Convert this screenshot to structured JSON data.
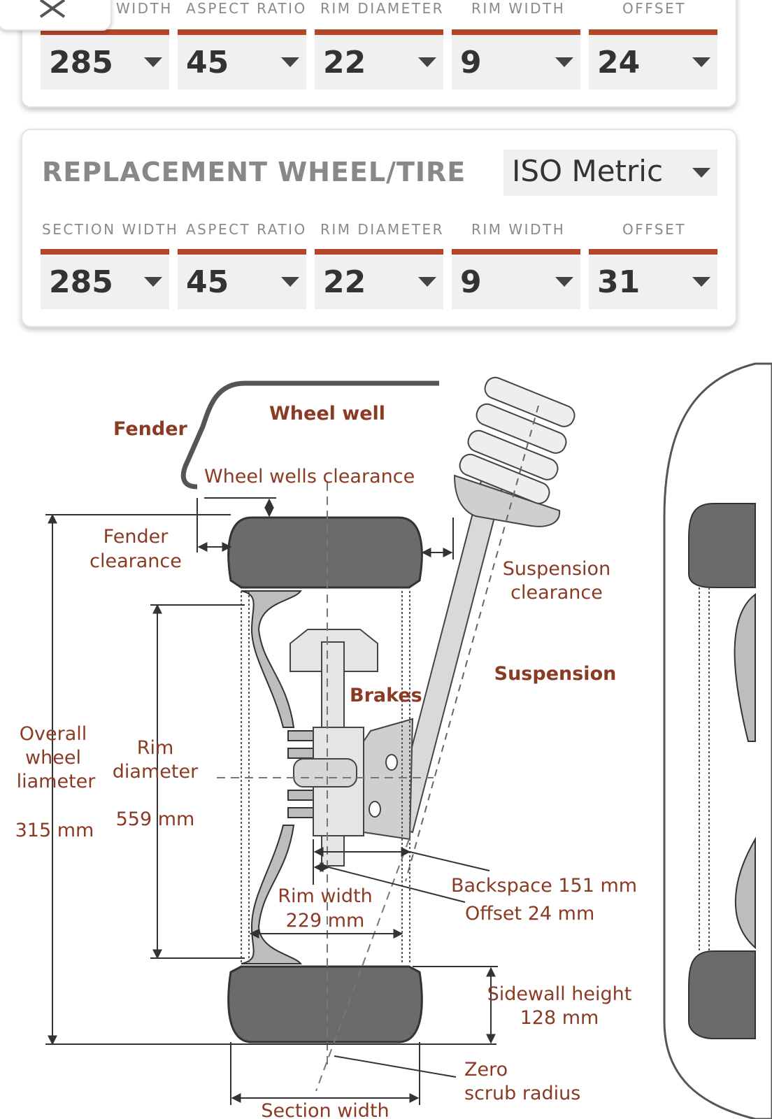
{
  "original": {
    "headers": [
      "WIDTH",
      "ASPECT RATIO",
      "RIM DIAMETER",
      "RIM WIDTH",
      "OFFSET"
    ],
    "values": [
      "285",
      "45",
      "22",
      "9",
      "24"
    ]
  },
  "replacement": {
    "title": "REPLACEMENT WHEEL/TIRE",
    "unit_system": "ISO Metric",
    "headers": [
      "SECTION WIDTH",
      "ASPECT RATIO",
      "RIM DIAMETER",
      "RIM WIDTH",
      "OFFSET"
    ],
    "values": [
      "285",
      "45",
      "22",
      "9",
      "31"
    ]
  },
  "diagram": {
    "fender": "Fender",
    "wheel_well": "Wheel well",
    "wheel_wells_clearance": "Wheel wells clearance",
    "fender_clearance_1": "Fender",
    "fender_clearance_2": "clearance",
    "suspension_clearance_1": "Suspension",
    "suspension_clearance_2": "clearance",
    "suspension": "Suspension",
    "brakes": "Brakes",
    "overall_1": "Overall",
    "overall_2": "wheel",
    "overall_3": "liameter",
    "overall_value": "315 mm",
    "rim_diameter_1": "Rim",
    "rim_diameter_2": "diameter",
    "rim_diameter_value": "559 mm",
    "rim_width_1": "Rim width",
    "rim_width_2": "229 mm",
    "backspace": "Backspace 151 mm",
    "offset": "Offset 24 mm",
    "sidewall_1": "Sidewall height",
    "sidewall_2": "128 mm",
    "zero_scrub_1": "Zero",
    "zero_scrub_2": "scrub radius",
    "section_width": "Section width"
  },
  "colors": {
    "accent": "#b4442a",
    "label": "#8b3a24",
    "tire": "#6b6b6b",
    "metal": "#d9d9d9"
  }
}
